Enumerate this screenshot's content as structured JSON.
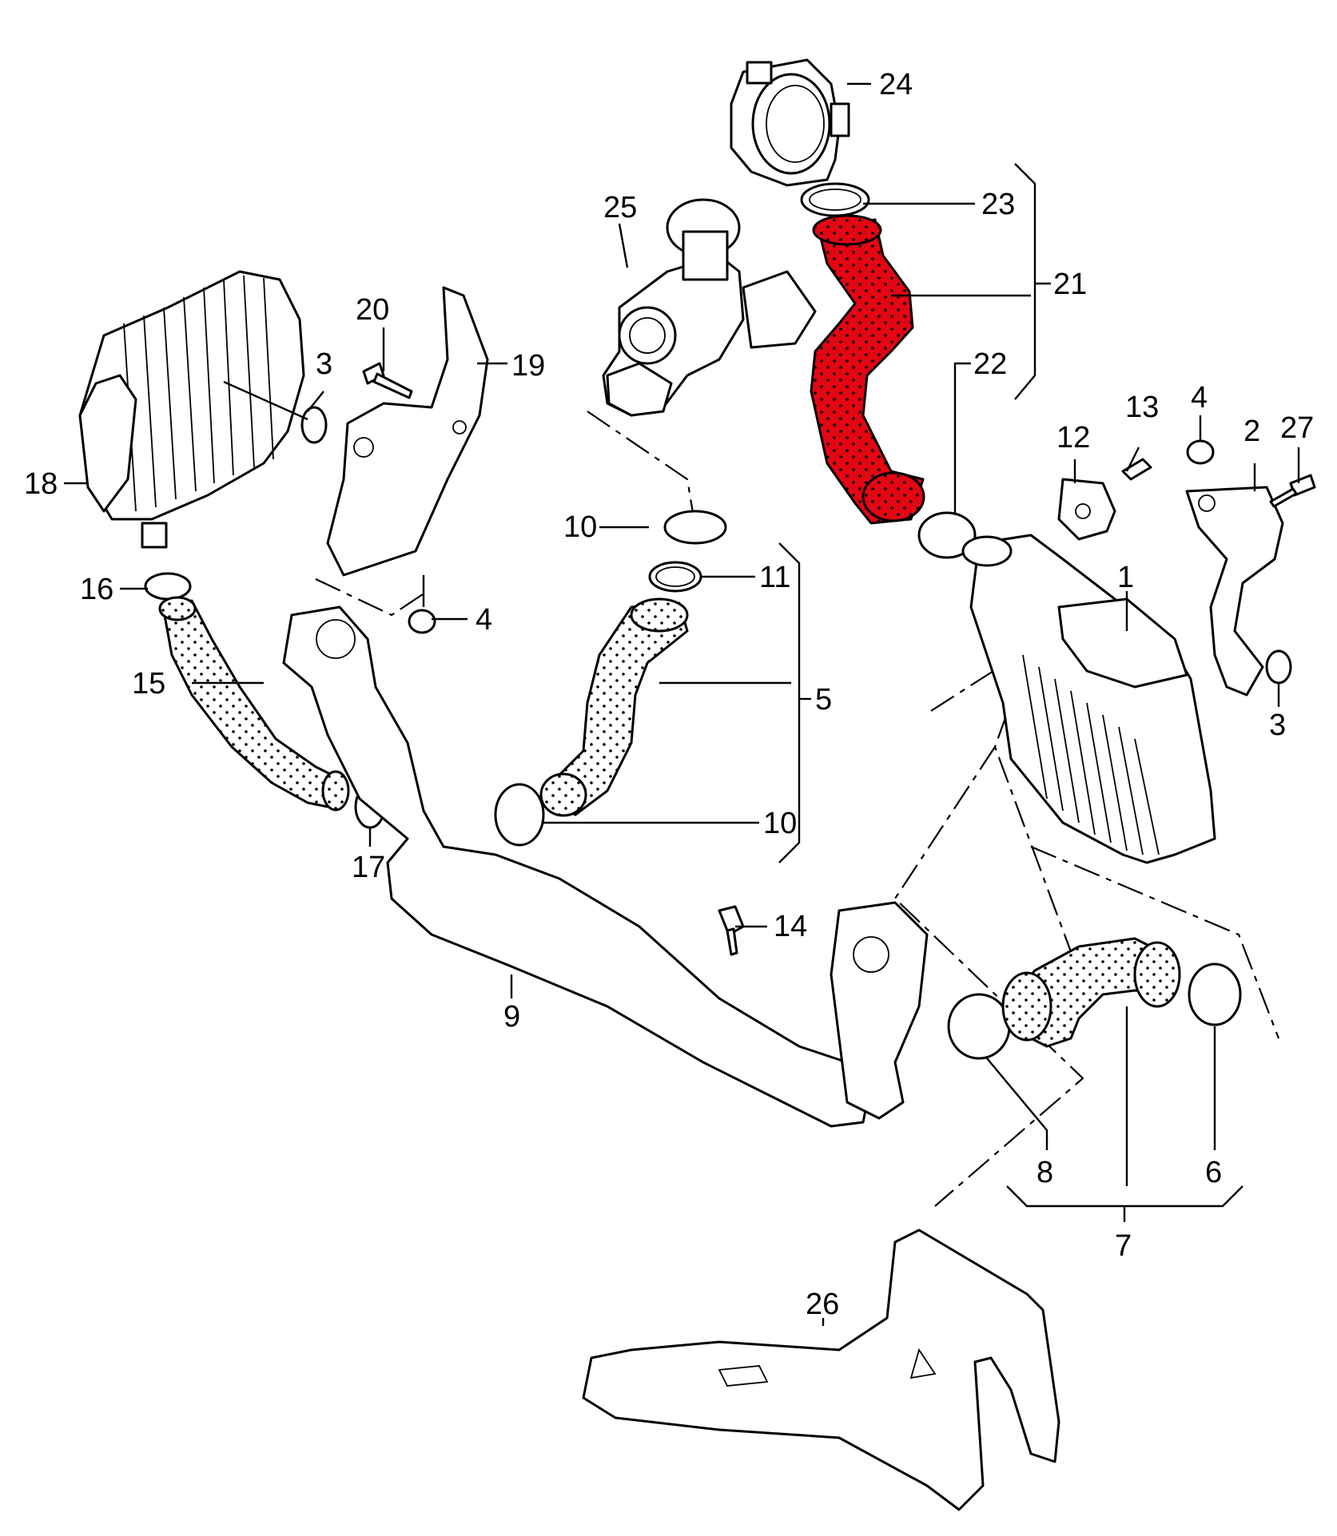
{
  "diagram": {
    "highlight_color": "#e30613",
    "parts": [
      {
        "id": "1",
        "label": "1"
      },
      {
        "id": "2",
        "label": "2"
      },
      {
        "id": "3a",
        "label": "3"
      },
      {
        "id": "3b",
        "label": "3"
      },
      {
        "id": "4a",
        "label": "4"
      },
      {
        "id": "4b",
        "label": "4"
      },
      {
        "id": "5",
        "label": "5"
      },
      {
        "id": "6",
        "label": "6"
      },
      {
        "id": "7",
        "label": "7"
      },
      {
        "id": "8",
        "label": "8"
      },
      {
        "id": "9",
        "label": "9"
      },
      {
        "id": "10a",
        "label": "10"
      },
      {
        "id": "10b",
        "label": "10"
      },
      {
        "id": "11",
        "label": "11"
      },
      {
        "id": "12",
        "label": "12"
      },
      {
        "id": "13",
        "label": "13"
      },
      {
        "id": "14",
        "label": "14"
      },
      {
        "id": "15",
        "label": "15"
      },
      {
        "id": "16",
        "label": "16"
      },
      {
        "id": "17",
        "label": "17"
      },
      {
        "id": "18",
        "label": "18"
      },
      {
        "id": "19",
        "label": "19"
      },
      {
        "id": "20",
        "label": "20"
      },
      {
        "id": "21",
        "label": "21"
      },
      {
        "id": "22",
        "label": "22"
      },
      {
        "id": "23",
        "label": "23"
      },
      {
        "id": "24",
        "label": "24"
      },
      {
        "id": "25",
        "label": "25"
      },
      {
        "id": "26",
        "label": "26"
      },
      {
        "id": "27",
        "label": "27"
      }
    ]
  }
}
